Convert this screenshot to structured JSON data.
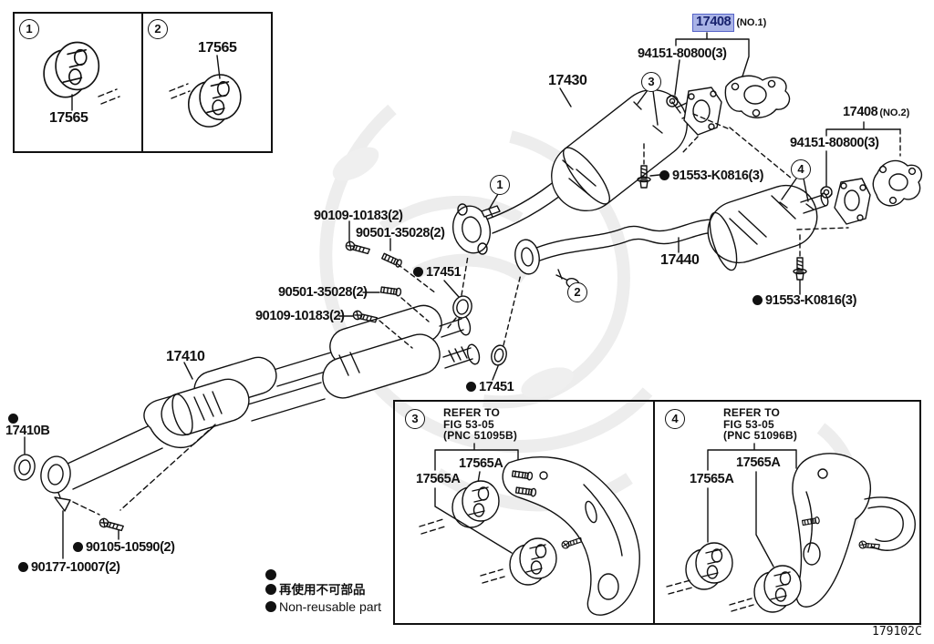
{
  "doc": {
    "code": "179102C"
  },
  "colors": {
    "highlight_bg": "#a9b3e6",
    "highlight_border": "#5663c9",
    "highlight_text": "#18226e",
    "line": "#111111"
  },
  "callouts": {
    "c1": "1",
    "c2": "2",
    "c3": "3",
    "c4": "4"
  },
  "insets": {
    "box1": {
      "num": "1",
      "part": "17565"
    },
    "box2": {
      "num": "2",
      "part": "17565"
    },
    "box3": {
      "num": "3",
      "refer1": "REFER TO",
      "refer2": "FIG 53-05",
      "refer3": "(PNC 51095B)",
      "part_upper": "17565A",
      "part_lower": "17565A"
    },
    "box4": {
      "num": "4",
      "refer1": "REFER TO",
      "refer2": "FIG 53-05",
      "refer3": "(PNC 51096B)",
      "part_upper": "17565A",
      "part_lower": "17565A"
    }
  },
  "parts": {
    "p17408_no1": {
      "number": "17408",
      "note": "(NO.1)"
    },
    "p17408_no2": {
      "number": "17408",
      "note": "(NO.2)"
    },
    "p94151_no1": {
      "number": "94151-80800(3)"
    },
    "p94151_no2": {
      "number": "94151-80800(3)"
    },
    "p17430": {
      "number": "17430"
    },
    "p17440": {
      "number": "17440"
    },
    "p91553_no1": {
      "number": "91553-K0816(3)"
    },
    "p91553_no2": {
      "number": "91553-K0816(3)"
    },
    "p90109_upper": {
      "number": "90109-10183(2)"
    },
    "p90501_upper": {
      "number": "90501-35028(2)"
    },
    "p90501_lower": {
      "number": "90501-35028(2)"
    },
    "p90109_lower": {
      "number": "90109-10183(2)"
    },
    "p17451_upper": {
      "number": "17451"
    },
    "p17451_lower": {
      "number": "17451"
    },
    "p17410": {
      "number": "17410"
    },
    "p17410b": {
      "number": "17410B"
    },
    "p90105": {
      "number": "90105-10590(2)"
    },
    "p90177": {
      "number": "90177-10007(2)"
    }
  },
  "legend": {
    "row2_jp": "再使用不可部品",
    "row3_en": "Non-reusable part"
  }
}
